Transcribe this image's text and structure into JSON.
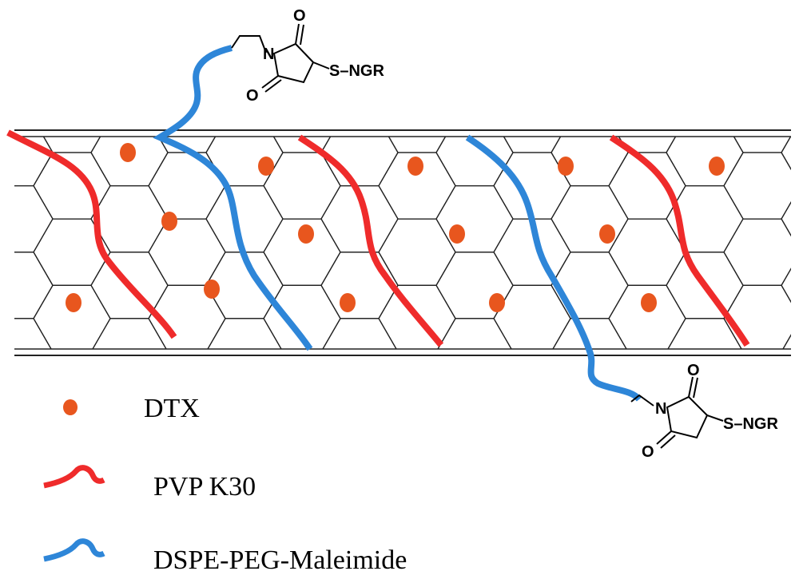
{
  "colors": {
    "drug_dot": "#e8561e",
    "pvp_chain": "#ef2b2b",
    "peg_chain": "#2e86d8",
    "lattice": "#222222"
  },
  "legend": {
    "dtx": "DTX",
    "pvp": "PVP K30",
    "peg": "DSPE-PEG-Maleimide"
  },
  "conjugate_top": {
    "o_upper": "O",
    "o_lower": "O",
    "n": "N",
    "thiol_label": "S–NGR"
  },
  "conjugate_bottom": {
    "o_upper": "O",
    "o_lower": "O",
    "n": "N",
    "thiol_label": "S–NGR"
  }
}
